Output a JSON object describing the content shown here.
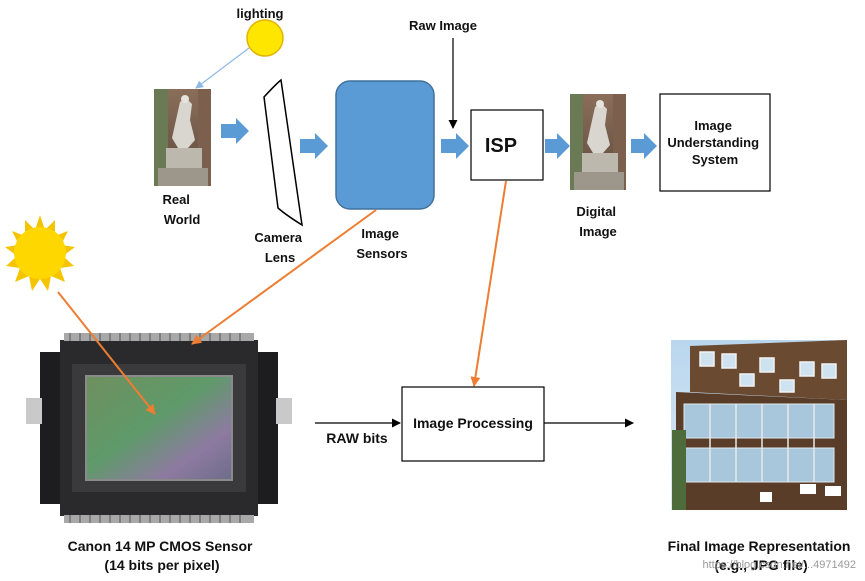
{
  "labels": {
    "lighting": "lighting",
    "raw_image": "Raw Image",
    "real_world": [
      "Real",
      "World"
    ],
    "camera_lens": [
      "Camera",
      "Lens"
    ],
    "image_sensors": [
      "Image",
      "Sensors"
    ],
    "isp": "ISP",
    "digital_image": [
      "Digital",
      "Image"
    ],
    "image_understanding": [
      "Image",
      "Understanding",
      "System"
    ],
    "raw_bits": "RAW bits",
    "image_processing": "Image Processing",
    "sensor_caption": [
      "Canon 14 MP CMOS Sensor",
      "(14 bits per pixel)"
    ],
    "final_caption": [
      "Final Image Representation",
      "(e.g., JPG file)"
    ],
    "watermark": "https://blog.csdn.net/...4971492"
  },
  "colors": {
    "flow_arrow": "#5b9bd5",
    "sensor_block": "#5b9bd5",
    "highlight_arrow": "#ed7d31",
    "sun": "#ffd700",
    "sun_rays": "#f5c400",
    "light_line": "#8fb8e6"
  },
  "icons": [
    "sun-icon",
    "statue-photo",
    "camera-lens-shape",
    "cmos-sensor-chip",
    "building-photo"
  ]
}
